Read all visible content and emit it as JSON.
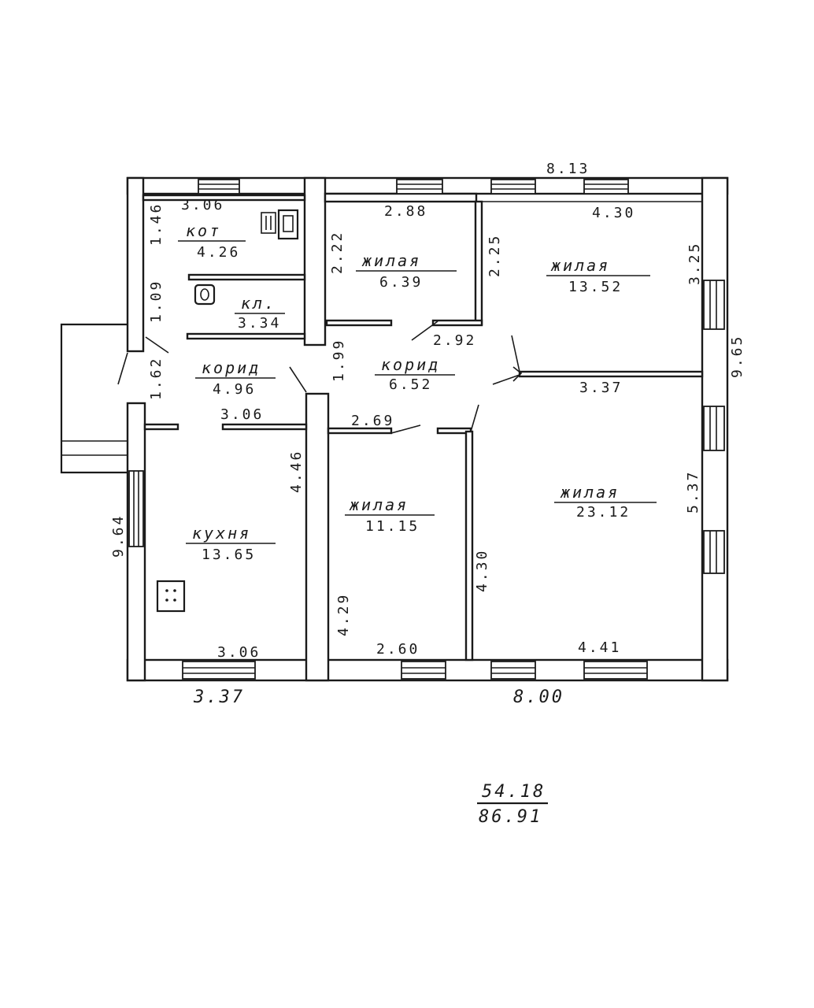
{
  "plan": {
    "overall_width": "8.13",
    "overall_height_right": "9.65",
    "overall_height_left": "9.64",
    "bottom_left_width": "3.37",
    "bottom_right_width": "8.00",
    "rooms": {
      "boiler": {
        "label": "кот",
        "area": "4.26"
      },
      "pantry": {
        "label": "кл.",
        "area": "3.34"
      },
      "corr1": {
        "label": "корид",
        "area": "4.96"
      },
      "corr2": {
        "label": "корид",
        "area": "6.52"
      },
      "living1": {
        "label": "жилая",
        "area": "6.39"
      },
      "living2": {
        "label": "жилая",
        "area": "13.52"
      },
      "living3": {
        "label": "жилая",
        "area": "11.15"
      },
      "living4": {
        "label": "жилая",
        "area": "23.12"
      },
      "kitchen": {
        "label": "кухня",
        "area": "13.65"
      }
    },
    "dims": {
      "d306a": "3.06",
      "d146": "1.46",
      "d109": "1.09",
      "d162": "1.62",
      "d306b": "3.06",
      "d446": "4.46",
      "d306c": "3.06",
      "d288": "2.88",
      "d222": "2.22",
      "d225": "2.25",
      "d430a": "4.30",
      "d325": "3.25",
      "d292": "2.92",
      "d199": "1.99",
      "d337": "3.37",
      "d269": "2.69",
      "d537": "5.37",
      "d430b": "4.30",
      "d429": "4.29",
      "d260": "2.60",
      "d441": "4.41"
    },
    "totals": {
      "living": "54.18",
      "total": "86.91"
    }
  }
}
